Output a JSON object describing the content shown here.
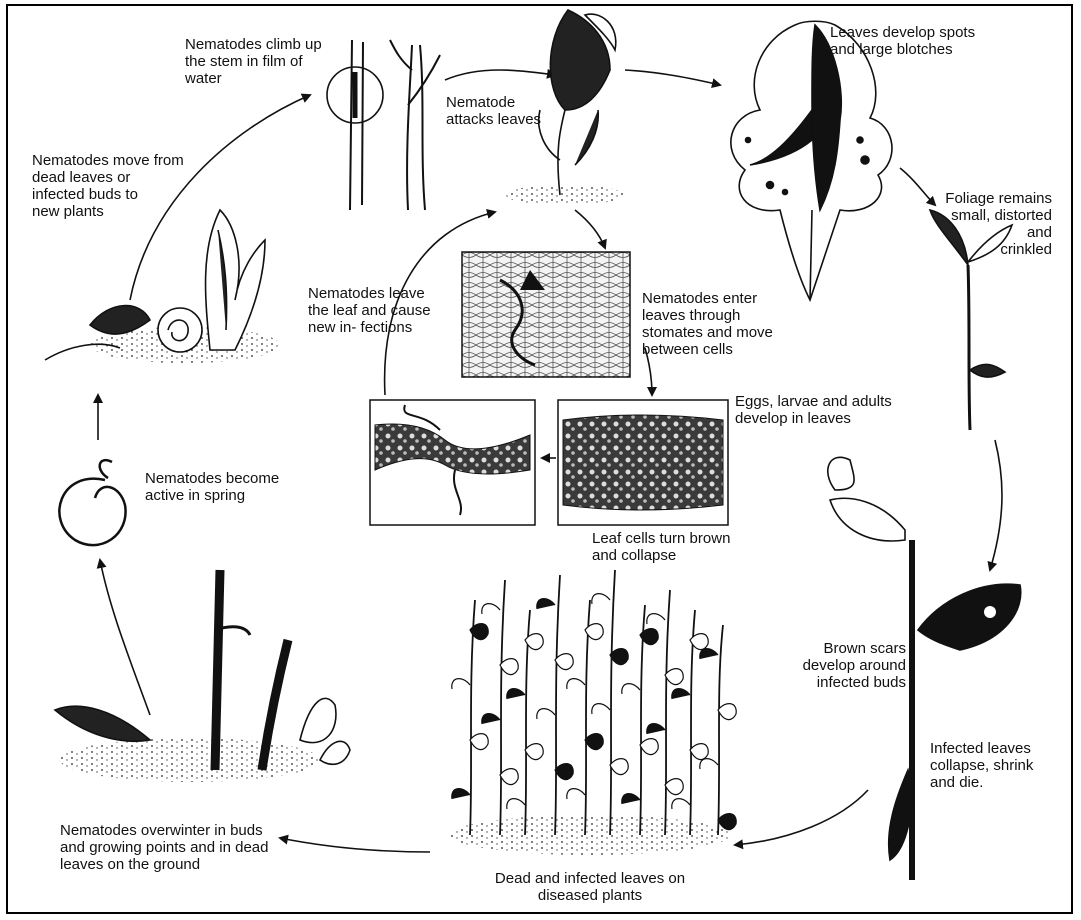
{
  "colors": {
    "ink": "#111111",
    "paper": "#ffffff",
    "cell_fill": "#f4f4f4",
    "dark_tissue": "#2a2a2a"
  },
  "labels": {
    "climb_stem": "Nematodes climb up\nthe stem in film of\nwater",
    "attacks_leaves": "Nematode\nattacks  leaves",
    "leaf_spots": "Leaves develop spots\nand large blotches",
    "move_from_dead": "Nematodes move from\ndead leaves or\ninfected buds to\nnew plants",
    "foliage_small": "Foliage remains\nsmall, distorted\nand\ncrinkled",
    "leave_leaf": "Nematodes  leave\nthe leaf and  cause\nnew  in-      fections",
    "enter_leaves": "Nematodes enter\nleaves through\nstomates and move\nbetween cells",
    "eggs_larvae": "Eggs, larvae and adults\ndevelop in leaves",
    "active_spring": "Nematodes become\nactive in spring",
    "cells_brown": "Leaf cells turn brown\nand collapse",
    "brown_scars": "Brown scars\ndevelop around\ninfected buds",
    "infected_collapse": "Infected leaves\ncollapse, shrink\nand die.",
    "overwinter": "Nematodes overwinter in buds\nand growing points and in dead\nleaves on the ground",
    "dead_infected": "Dead and infected leaves on\ndiseased plants"
  }
}
